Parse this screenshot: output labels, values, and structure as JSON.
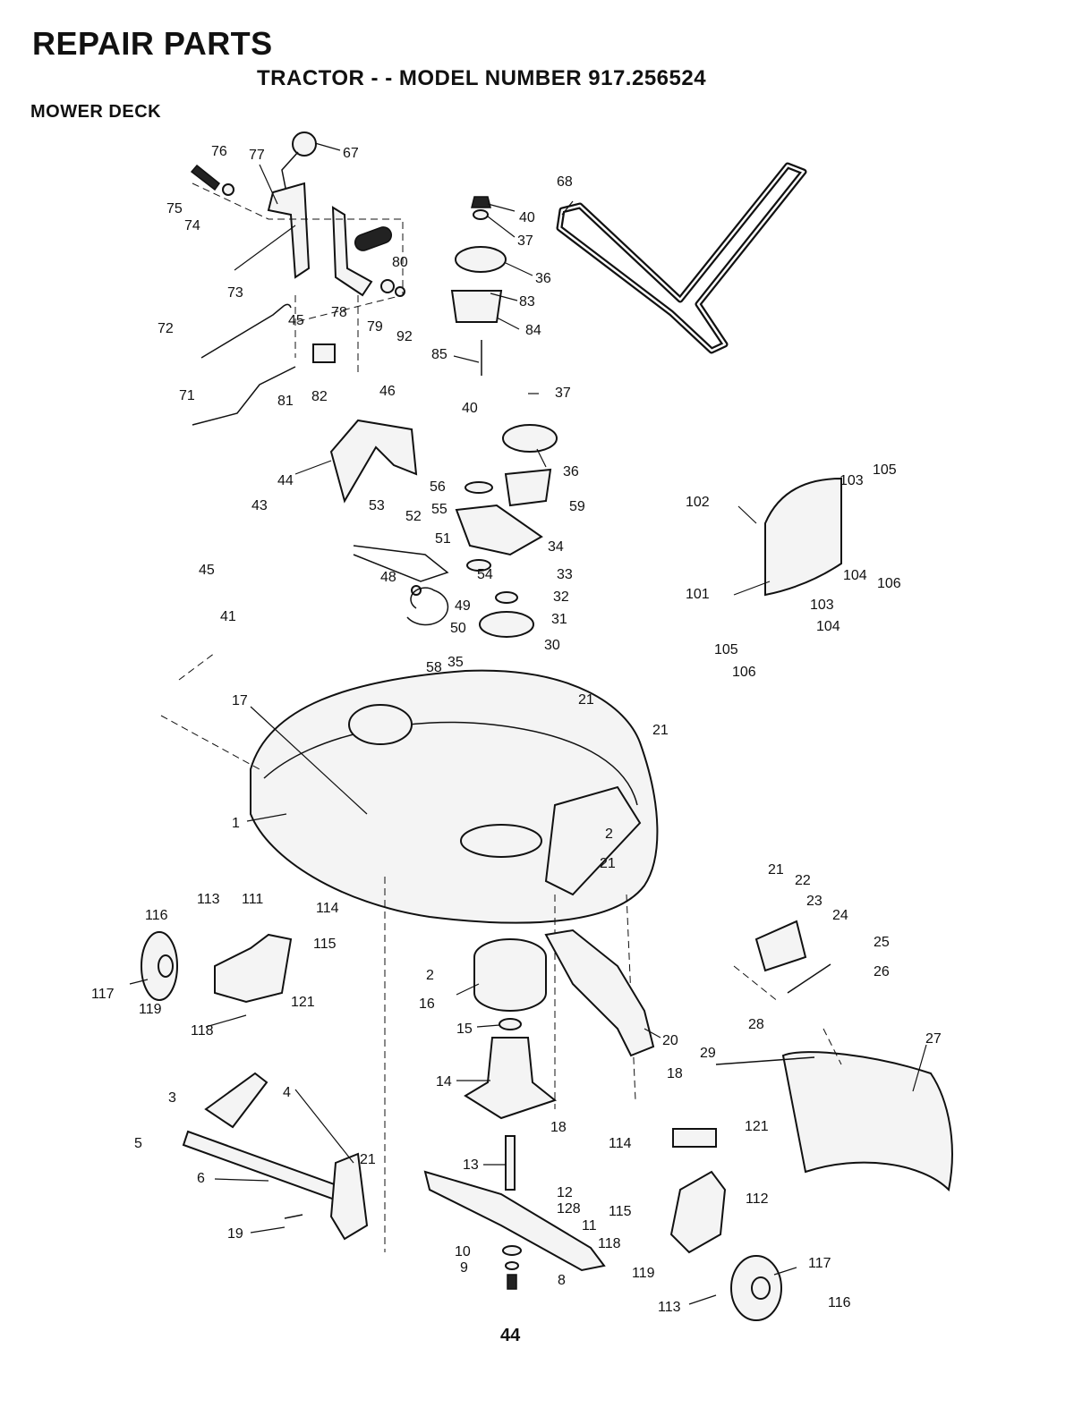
{
  "header": {
    "title": "REPAIR PARTS",
    "subtitle": "TRACTOR - - MODEL NUMBER 917.256524",
    "section": "MOWER DECK"
  },
  "page_number": "44",
  "callouts": [
    {
      "id": "c-76",
      "label": "76"
    },
    {
      "id": "c-77",
      "label": "77"
    },
    {
      "id": "c-67",
      "label": "67"
    },
    {
      "id": "c-75",
      "label": "75"
    },
    {
      "id": "c-74",
      "label": "74"
    },
    {
      "id": "c-80",
      "label": "80"
    },
    {
      "id": "c-73",
      "label": "73"
    },
    {
      "id": "c-78",
      "label": "78"
    },
    {
      "id": "c-79",
      "label": "79"
    },
    {
      "id": "c-92",
      "label": "92"
    },
    {
      "id": "c-45a",
      "label": "45"
    },
    {
      "id": "c-72",
      "label": "72"
    },
    {
      "id": "c-71",
      "label": "71"
    },
    {
      "id": "c-81",
      "label": "81"
    },
    {
      "id": "c-82",
      "label": "82"
    },
    {
      "id": "c-46",
      "label": "46"
    },
    {
      "id": "c-44",
      "label": "44"
    },
    {
      "id": "c-43",
      "label": "43"
    },
    {
      "id": "c-45b",
      "label": "45"
    },
    {
      "id": "c-41",
      "label": "41"
    },
    {
      "id": "c-17",
      "label": "17"
    },
    {
      "id": "c-1",
      "label": "1"
    },
    {
      "id": "c-68",
      "label": "68"
    },
    {
      "id": "c-40a",
      "label": "40"
    },
    {
      "id": "c-37a",
      "label": "37"
    },
    {
      "id": "c-36a",
      "label": "36"
    },
    {
      "id": "c-83",
      "label": "83"
    },
    {
      "id": "c-84",
      "label": "84"
    },
    {
      "id": "c-85",
      "label": "85"
    },
    {
      "id": "c-40b",
      "label": "40"
    },
    {
      "id": "c-37b",
      "label": "37"
    },
    {
      "id": "c-36b",
      "label": "36"
    },
    {
      "id": "c-56",
      "label": "56"
    },
    {
      "id": "c-59",
      "label": "59"
    },
    {
      "id": "c-53",
      "label": "53"
    },
    {
      "id": "c-52",
      "label": "52"
    },
    {
      "id": "c-55",
      "label": "55"
    },
    {
      "id": "c-51",
      "label": "51"
    },
    {
      "id": "c-34",
      "label": "34"
    },
    {
      "id": "c-48",
      "label": "48"
    },
    {
      "id": "c-54",
      "label": "54"
    },
    {
      "id": "c-33",
      "label": "33"
    },
    {
      "id": "c-49",
      "label": "49"
    },
    {
      "id": "c-32",
      "label": "32"
    },
    {
      "id": "c-50",
      "label": "50"
    },
    {
      "id": "c-31",
      "label": "31"
    },
    {
      "id": "c-58",
      "label": "58"
    },
    {
      "id": "c-35",
      "label": "35"
    },
    {
      "id": "c-30",
      "label": "30"
    },
    {
      "id": "c-21a",
      "label": "21"
    },
    {
      "id": "c-21b",
      "label": "21"
    },
    {
      "id": "c-2a",
      "label": "2"
    },
    {
      "id": "c-21c",
      "label": "21"
    },
    {
      "id": "c-2b",
      "label": "2"
    },
    {
      "id": "c-16",
      "label": "16"
    },
    {
      "id": "c-15",
      "label": "15"
    },
    {
      "id": "c-14",
      "label": "14"
    },
    {
      "id": "c-20",
      "label": "20"
    },
    {
      "id": "c-18a",
      "label": "18"
    },
    {
      "id": "c-18b",
      "label": "18"
    },
    {
      "id": "c-13",
      "label": "13"
    },
    {
      "id": "c-12",
      "label": "12"
    },
    {
      "id": "c-128",
      "label": "128"
    },
    {
      "id": "c-11",
      "label": "11"
    },
    {
      "id": "c-10",
      "label": "10"
    },
    {
      "id": "c-9",
      "label": "9"
    },
    {
      "id": "c-8",
      "label": "8"
    },
    {
      "id": "c-105a",
      "label": "105"
    },
    {
      "id": "c-103a",
      "label": "103"
    },
    {
      "id": "c-102",
      "label": "102"
    },
    {
      "id": "c-104a",
      "label": "104"
    },
    {
      "id": "c-106a",
      "label": "106"
    },
    {
      "id": "c-101",
      "label": "101"
    },
    {
      "id": "c-103b",
      "label": "103"
    },
    {
      "id": "c-104b",
      "label": "104"
    },
    {
      "id": "c-105b",
      "label": "105"
    },
    {
      "id": "c-106b",
      "label": "106"
    },
    {
      "id": "c-21d",
      "label": "21"
    },
    {
      "id": "c-22",
      "label": "22"
    },
    {
      "id": "c-23",
      "label": "23"
    },
    {
      "id": "c-24",
      "label": "24"
    },
    {
      "id": "c-25",
      "label": "25"
    },
    {
      "id": "c-26",
      "label": "26"
    },
    {
      "id": "c-28",
      "label": "28"
    },
    {
      "id": "c-27",
      "label": "27"
    },
    {
      "id": "c-29",
      "label": "29"
    },
    {
      "id": "c-113a",
      "label": "113"
    },
    {
      "id": "c-111",
      "label": "111"
    },
    {
      "id": "c-116a",
      "label": "116"
    },
    {
      "id": "c-114a",
      "label": "114"
    },
    {
      "id": "c-115a",
      "label": "115"
    },
    {
      "id": "c-117a",
      "label": "117"
    },
    {
      "id": "c-119a",
      "label": "119"
    },
    {
      "id": "c-121a",
      "label": "121"
    },
    {
      "id": "c-118a",
      "label": "118"
    },
    {
      "id": "c-3",
      "label": "3"
    },
    {
      "id": "c-4",
      "label": "4"
    },
    {
      "id": "c-5",
      "label": "5"
    },
    {
      "id": "c-6",
      "label": "6"
    },
    {
      "id": "c-21e",
      "label": "21"
    },
    {
      "id": "c-19",
      "label": "19"
    },
    {
      "id": "c-114b",
      "label": "114"
    },
    {
      "id": "c-121b",
      "label": "121"
    },
    {
      "id": "c-112",
      "label": "112"
    },
    {
      "id": "c-115b",
      "label": "115"
    },
    {
      "id": "c-118b",
      "label": "118"
    },
    {
      "id": "c-119b",
      "label": "119"
    },
    {
      "id": "c-117b",
      "label": "117"
    },
    {
      "id": "c-113b",
      "label": "113"
    },
    {
      "id": "c-116b",
      "label": "116"
    }
  ]
}
